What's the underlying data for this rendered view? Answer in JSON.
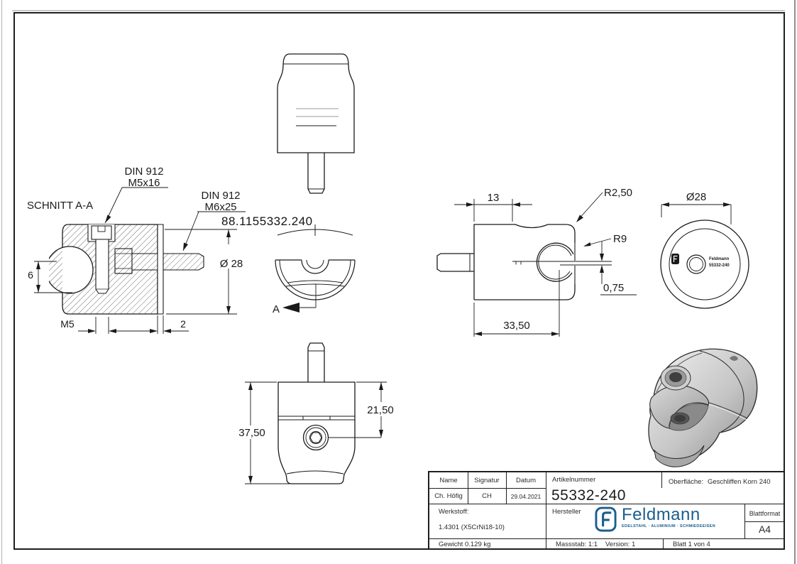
{
  "sheet": {
    "section_label": "SCHNITT A-A",
    "watermark": "88.1155332.240",
    "view_arrow_label": "A",
    "callouts": {
      "din1_line1": "DIN 912",
      "din1_line2": "M5x16",
      "din2_line1": "DIN 912",
      "din2_line2": "M6x25",
      "r250": "R2,50",
      "r9": "R9"
    },
    "dims": {
      "d6": "6",
      "m5": "M5",
      "d2": "2",
      "dia28_section": "Ø 28",
      "h3750": "37,50",
      "h2150": "21,50",
      "w13": "13",
      "t075": "0,75",
      "w3350": "33,50",
      "dia28_view": "Ø28"
    },
    "engraving": {
      "line1": "Feldmann",
      "line2": "55332-240"
    }
  },
  "title_block": {
    "name_label": "Name",
    "signatur_label": "Signatur",
    "datum_label": "Datum",
    "name_value": "Ch. Höfig",
    "signatur_value": "CH",
    "datum_value": "29.04.2021",
    "artikelnummer_label": "Artikelnummer",
    "artikelnummer_value": "55332-240",
    "oberflaeche_label": "Oberfläche:",
    "oberflaeche_value": "Geschliffen Korn 240",
    "werkstoff_label": "Werkstoff:",
    "werkstoff_value": "1.4301 (X5CrNi18-10)",
    "hersteller_label": "Hersteller",
    "logo": {
      "name": "Feldmann",
      "tagline": "EDELSTAHL · ALUMINIUM · SCHMIEDEEISEN",
      "color": "#1b5e8e"
    },
    "blattformat_label": "Blattformat",
    "blattformat_value": "A4",
    "gewicht": "Gewicht 0.129 kg",
    "massstab": "Massstab: 1:1",
    "version": "Version: 1",
    "blatt": "Blatt 1 von 4"
  }
}
